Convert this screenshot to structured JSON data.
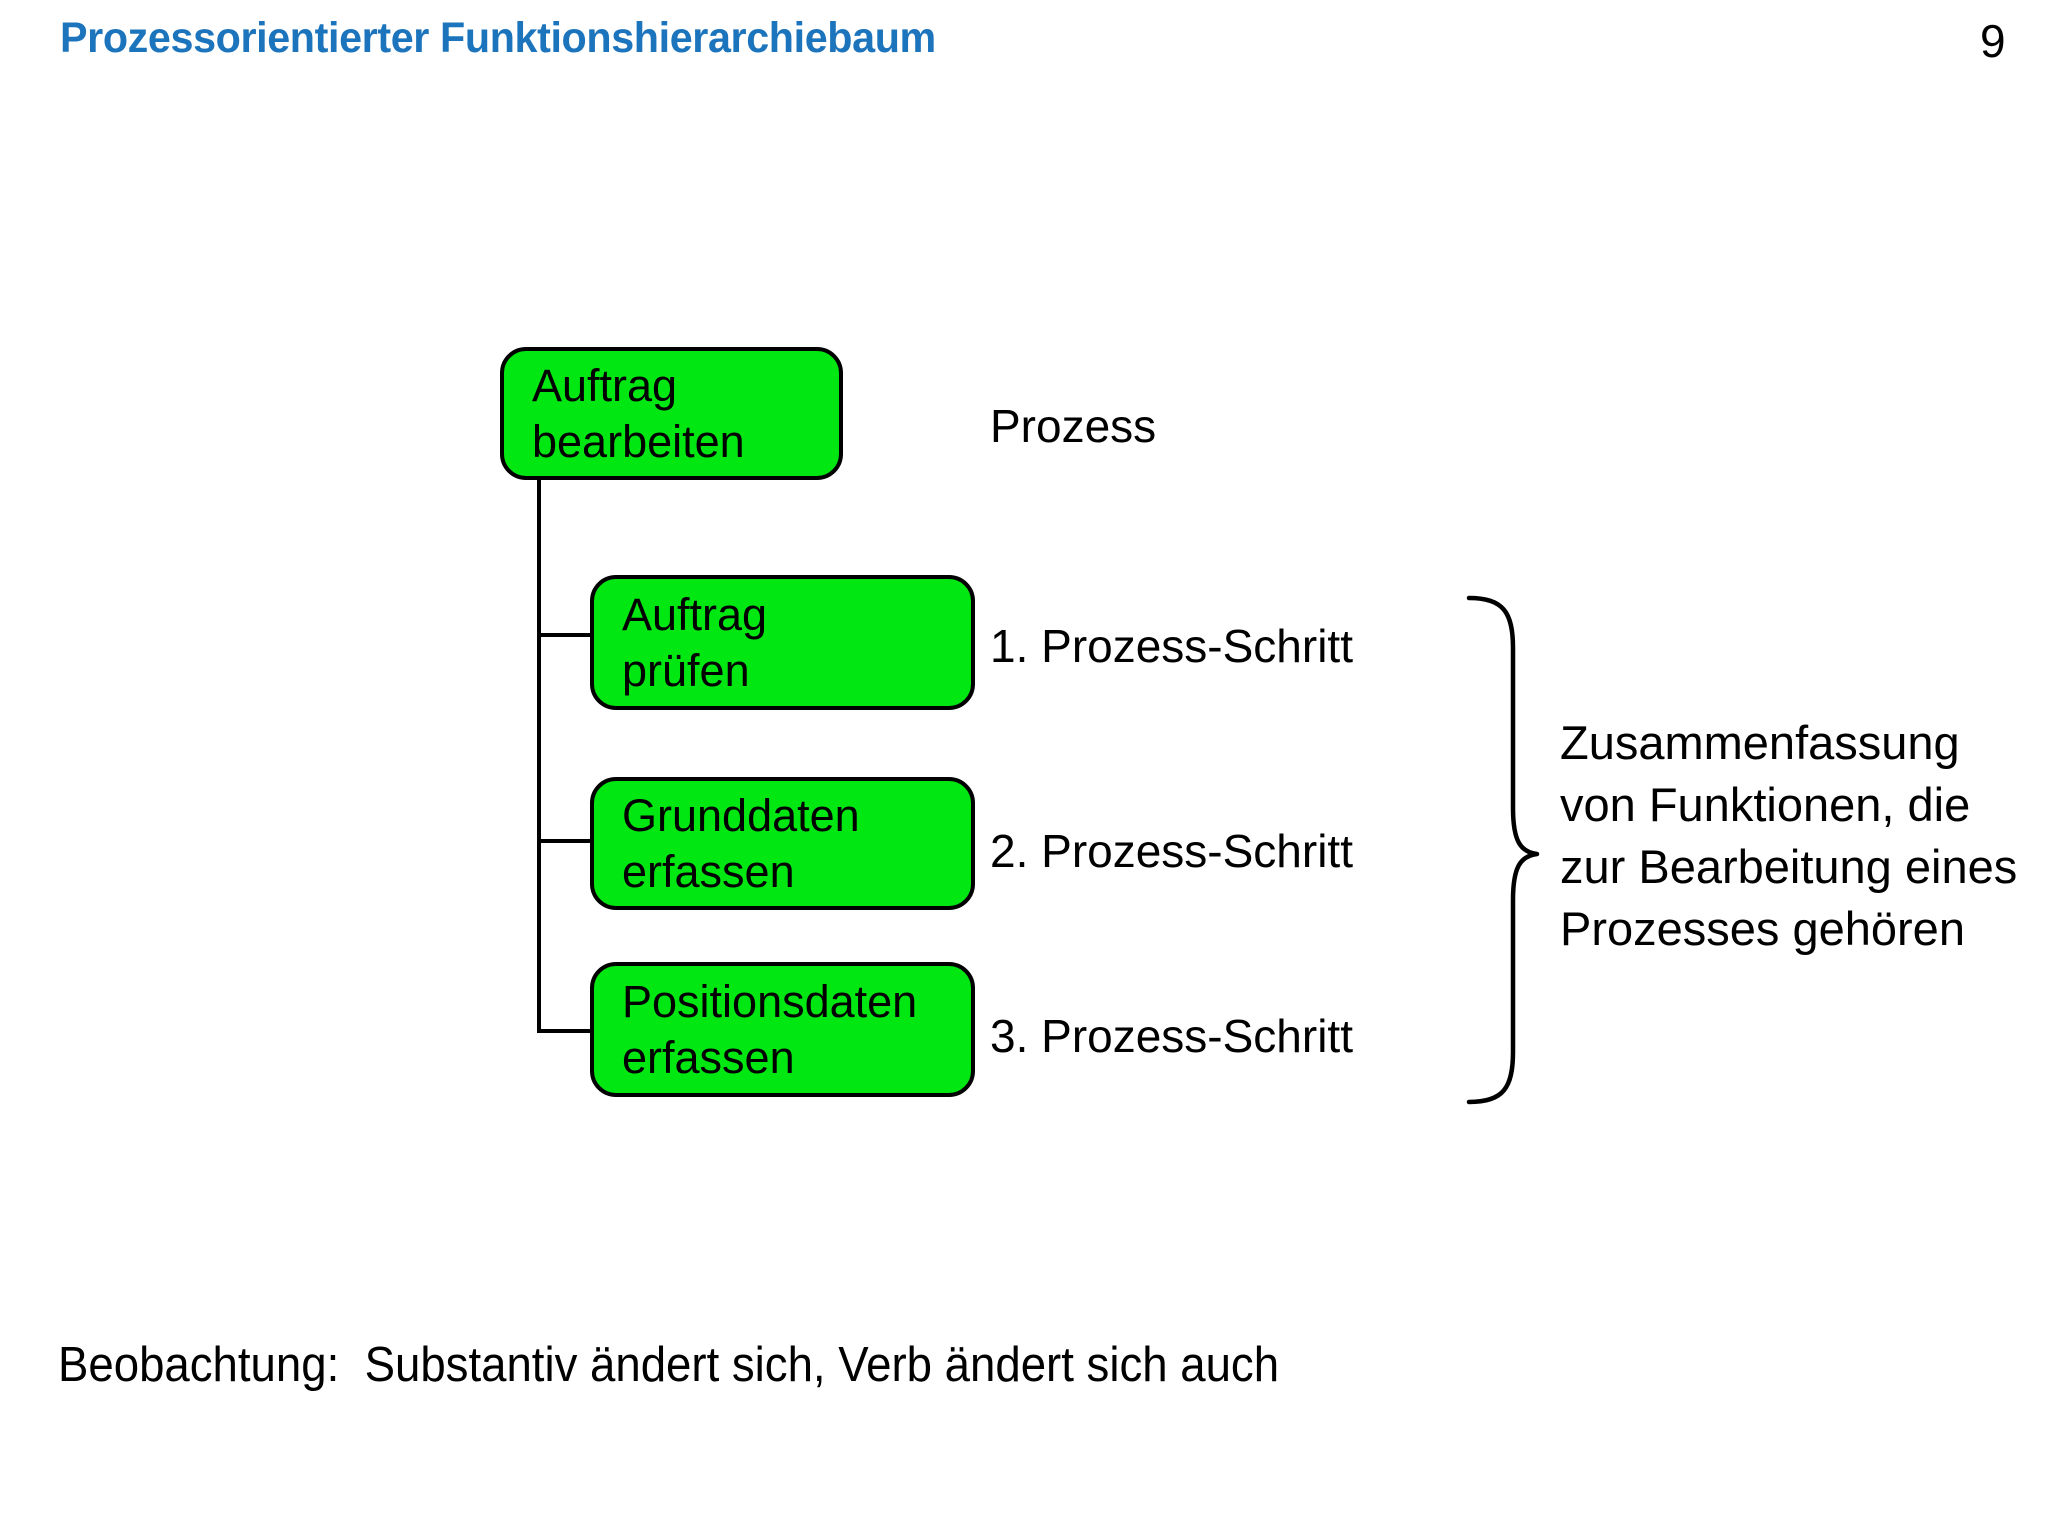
{
  "header": {
    "title": "Prozessorientierter Funktionshierarchiebaum",
    "page_number": "9",
    "title_color": "#1C74BC"
  },
  "colors": {
    "node_fill": "#00E712",
    "node_border": "#000000",
    "text": "#000000",
    "background": "#FFFFFF"
  },
  "diagram": {
    "type": "function-hierarchy-tree",
    "nodes": [
      {
        "id": "root",
        "lines": [
          "Auftrag",
          "bearbeiten"
        ],
        "label": "Prozess",
        "level": 0
      },
      {
        "id": "step1",
        "lines": [
          "Auftrag",
          "prüfen"
        ],
        "label": "1. Prozess-Schritt",
        "level": 1
      },
      {
        "id": "step2",
        "lines": [
          "Grunddaten",
          "erfassen"
        ],
        "label": "2. Prozess-Schritt",
        "level": 1
      },
      {
        "id": "step3",
        "lines": [
          "Positionsdaten",
          "erfassen"
        ],
        "label": "3. Prozess-Schritt",
        "level": 1
      }
    ],
    "brace_annotation": {
      "lines": [
        "Zusammenfassung",
        "von Funktionen, die",
        "zur Bearbeitung eines",
        "Prozesses gehören"
      ]
    }
  },
  "footer": {
    "observation": "Beobachtung:  Substantiv ändert sich, Verb ändert sich auch"
  }
}
